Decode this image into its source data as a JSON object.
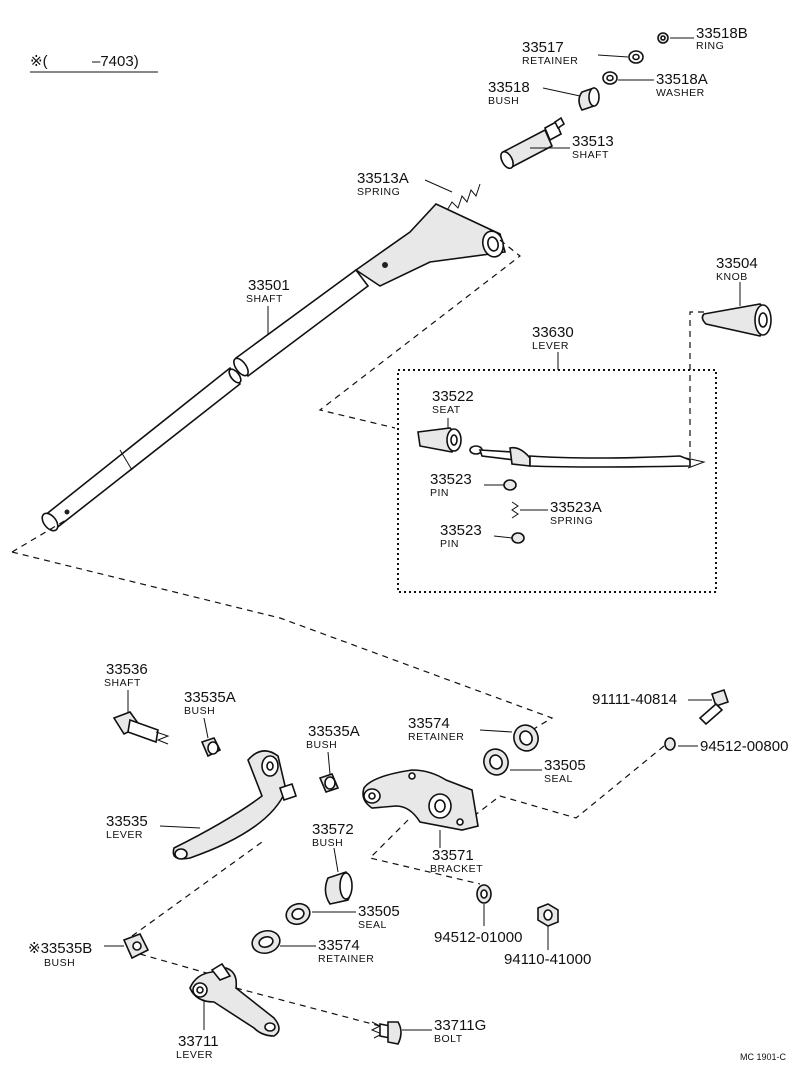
{
  "note": {
    "marker": "※(",
    "range": "–7403)"
  },
  "diagram_code": "MC 1901-C",
  "parts": {
    "p33518b": {
      "number": "33518B",
      "name": "RING"
    },
    "p33517": {
      "number": "33517",
      "name": "RETAINER"
    },
    "p33518a": {
      "number": "33518A",
      "name": "WASHER"
    },
    "p33518": {
      "number": "33518",
      "name": "BUSH"
    },
    "p33513": {
      "number": "33513",
      "name": "SHAFT"
    },
    "p33513a": {
      "number": "33513A",
      "name": "SPRING"
    },
    "p33501": {
      "number": "33501",
      "name": "SHAFT"
    },
    "p33504": {
      "number": "33504",
      "name": "KNOB"
    },
    "p33630": {
      "number": "33630",
      "name": "LEVER"
    },
    "p33522": {
      "number": "33522",
      "name": "SEAT"
    },
    "p33523_1": {
      "number": "33523",
      "name": "PIN"
    },
    "p33523a": {
      "number": "33523A",
      "name": "SPRING"
    },
    "p33523_2": {
      "number": "33523",
      "name": "PIN"
    },
    "p33536": {
      "number": "33536",
      "name": "SHAFT"
    },
    "p33535a_1": {
      "number": "33535A",
      "name": "BUSH"
    },
    "p33535a_2": {
      "number": "33535A",
      "name": "BUSH"
    },
    "p33574_1": {
      "number": "33574",
      "name": "RETAINER"
    },
    "p91111": {
      "number": "91111-40814"
    },
    "p94512_00800": {
      "number": "94512-00800"
    },
    "p33505_1": {
      "number": "33505",
      "name": "SEAL"
    },
    "p33535": {
      "number": "33535",
      "name": "LEVER"
    },
    "p33572": {
      "number": "33572",
      "name": "BUSH"
    },
    "p33571": {
      "number": "33571",
      "name": "BRACKET"
    },
    "p33505_2": {
      "number": "33505",
      "name": "SEAL"
    },
    "p94512_01000": {
      "number": "94512-01000"
    },
    "p94110": {
      "number": "94110-41000"
    },
    "p33574_2": {
      "number": "33574",
      "name": "RETAINER"
    },
    "p33535b": {
      "number": "※33535B",
      "name": "BUSH"
    },
    "p33711g": {
      "number": "33711G",
      "name": "BOLT"
    },
    "p33711": {
      "number": "33711",
      "name": "LEVER"
    }
  }
}
